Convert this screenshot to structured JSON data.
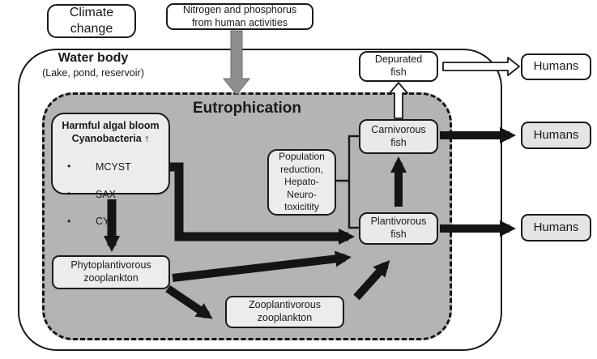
{
  "diagram": {
    "external": {
      "climate_label": "Climate\nchange",
      "nutrients_label": "Nitrogen and phosphorus\nfrom human activities",
      "humans_top_label": "Humans",
      "humans_middle_label": "Humans",
      "humans_bottom_label": "Humans"
    },
    "water_body": {
      "title": "Water body",
      "subtitle": "(Lake, pond, reservoir)",
      "depurated_fish_label": "Depurated\nfish"
    },
    "eutrophication": {
      "title": "Eutrophication",
      "algal_bloom": {
        "heading": "Harmful algal bloom",
        "subheading": "Cyanobacteria ↑",
        "bullet_char": "•",
        "toxins": [
          "MCYST",
          "SAX",
          "CYN"
        ]
      },
      "effects_label": "Population\nreduction,\nHepato-\nNeuro-\ntoxicitity",
      "carnivorous_label": "Carnivorous\nfish",
      "plantivorous_label": "Plantivorous\nfish",
      "phyto_zoo_label": "Phytoplantivorous\nzooplankton",
      "zoo_zoo_label": "Zooplantivorous\nzooplankton"
    },
    "colors": {
      "eutro_fill": "#b4b4b4",
      "inner_box_fill": "#ececec",
      "humans_box_fill": "#e4e4e4",
      "outline": "#1a1a1a",
      "black_arrow": "#141414",
      "gray_arrow": "#8f8f8f",
      "white_arrow_fill": "#ffffff"
    }
  }
}
